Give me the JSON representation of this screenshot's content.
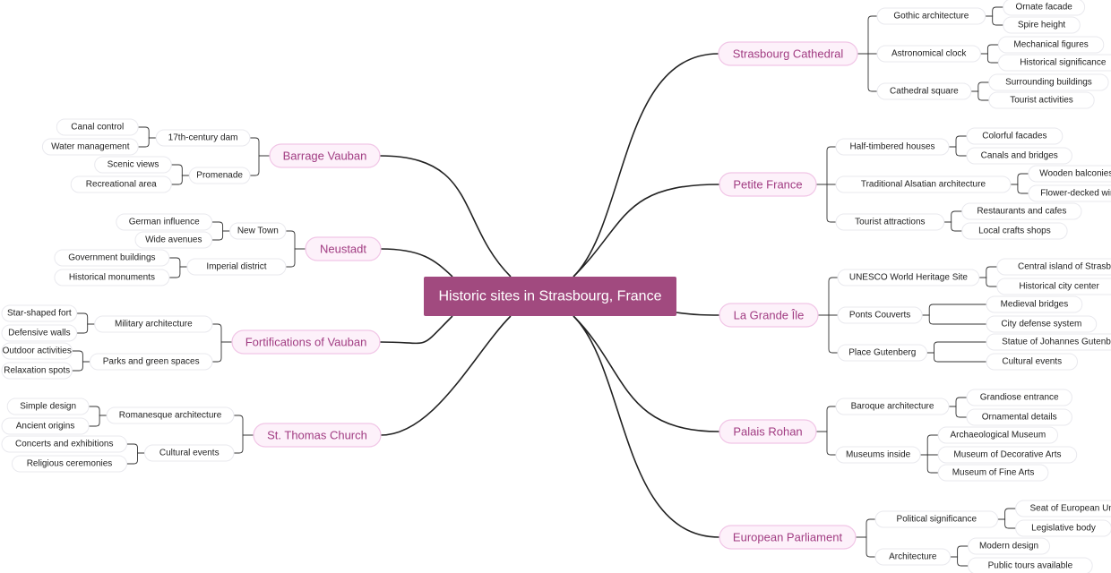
{
  "root": {
    "label": "Historic sites in Strasbourg, France"
  },
  "colors": {
    "root": "#a14a7f",
    "branch_text": "#a13c82",
    "branch_fill": "#fdf1fa",
    "branch_border": "#f1c5e6",
    "lines": "#222222"
  },
  "right_branches": [
    {
      "label": "Strasbourg Cathedral",
      "children": [
        {
          "label": "Gothic architecture",
          "children": [
            "Ornate facade",
            "Spire height"
          ]
        },
        {
          "label": "Astronomical clock",
          "children": [
            "Mechanical figures",
            "Historical significance"
          ]
        },
        {
          "label": "Cathedral square",
          "children": [
            "Surrounding buildings",
            "Tourist activities"
          ]
        }
      ]
    },
    {
      "label": "Petite France",
      "children": [
        {
          "label": "Half-timbered houses",
          "children": [
            "Colorful facades",
            "Canals and bridges"
          ]
        },
        {
          "label": "Traditional Alsatian architecture",
          "children": [
            "Wooden balconies",
            "Flower-decked windows"
          ]
        },
        {
          "label": "Tourist attractions",
          "children": [
            "Restaurants and cafes",
            "Local crafts shops"
          ]
        }
      ]
    },
    {
      "label": "La Grande Île",
      "children": [
        {
          "label": "UNESCO World Heritage Site",
          "children": [
            "Central island of Strasbourg",
            "Historical city center"
          ]
        },
        {
          "label": "Ponts Couverts",
          "children": [
            "Medieval bridges",
            "City defense system"
          ]
        },
        {
          "label": "Place Gutenberg",
          "children": [
            "Statue of Johannes Gutenberg",
            "Cultural events"
          ]
        }
      ]
    },
    {
      "label": "Palais Rohan",
      "children": [
        {
          "label": "Baroque architecture",
          "children": [
            "Grandiose entrance",
            "Ornamental details"
          ]
        },
        {
          "label": "Museums inside",
          "children": [
            "Archaeological Museum",
            "Museum of Decorative Arts",
            "Museum of Fine Arts"
          ]
        }
      ]
    },
    {
      "label": "European Parliament",
      "children": [
        {
          "label": "Political significance",
          "children": [
            "Seat of European Union",
            "Legislative body"
          ]
        },
        {
          "label": "Architecture",
          "children": [
            "Modern design",
            "Public tours available"
          ]
        }
      ]
    }
  ],
  "left_branches": [
    {
      "label": "Barrage Vauban",
      "children": [
        {
          "label": "17th-century dam",
          "children": [
            "Canal control",
            "Water management"
          ]
        },
        {
          "label": "Promenade",
          "children": [
            "Scenic views",
            "Recreational area"
          ]
        }
      ]
    },
    {
      "label": "Neustadt",
      "children": [
        {
          "label": "New Town",
          "children": [
            "German influence",
            "Wide avenues"
          ]
        },
        {
          "label": "Imperial district",
          "children": [
            "Government buildings",
            "Historical monuments"
          ]
        }
      ]
    },
    {
      "label": "Fortifications of Vauban",
      "children": [
        {
          "label": "Military architecture",
          "children": [
            "Star-shaped fort",
            "Defensive walls"
          ]
        },
        {
          "label": "Parks and green spaces",
          "children": [
            "Outdoor activities",
            "Relaxation spots"
          ]
        }
      ]
    },
    {
      "label": "St. Thomas Church",
      "children": [
        {
          "label": "Romanesque architecture",
          "children": [
            "Simple design",
            "Ancient origins"
          ]
        },
        {
          "label": "Cultural events",
          "children": [
            "Concerts and exhibitions",
            "Religious ceremonies"
          ]
        }
      ]
    }
  ]
}
